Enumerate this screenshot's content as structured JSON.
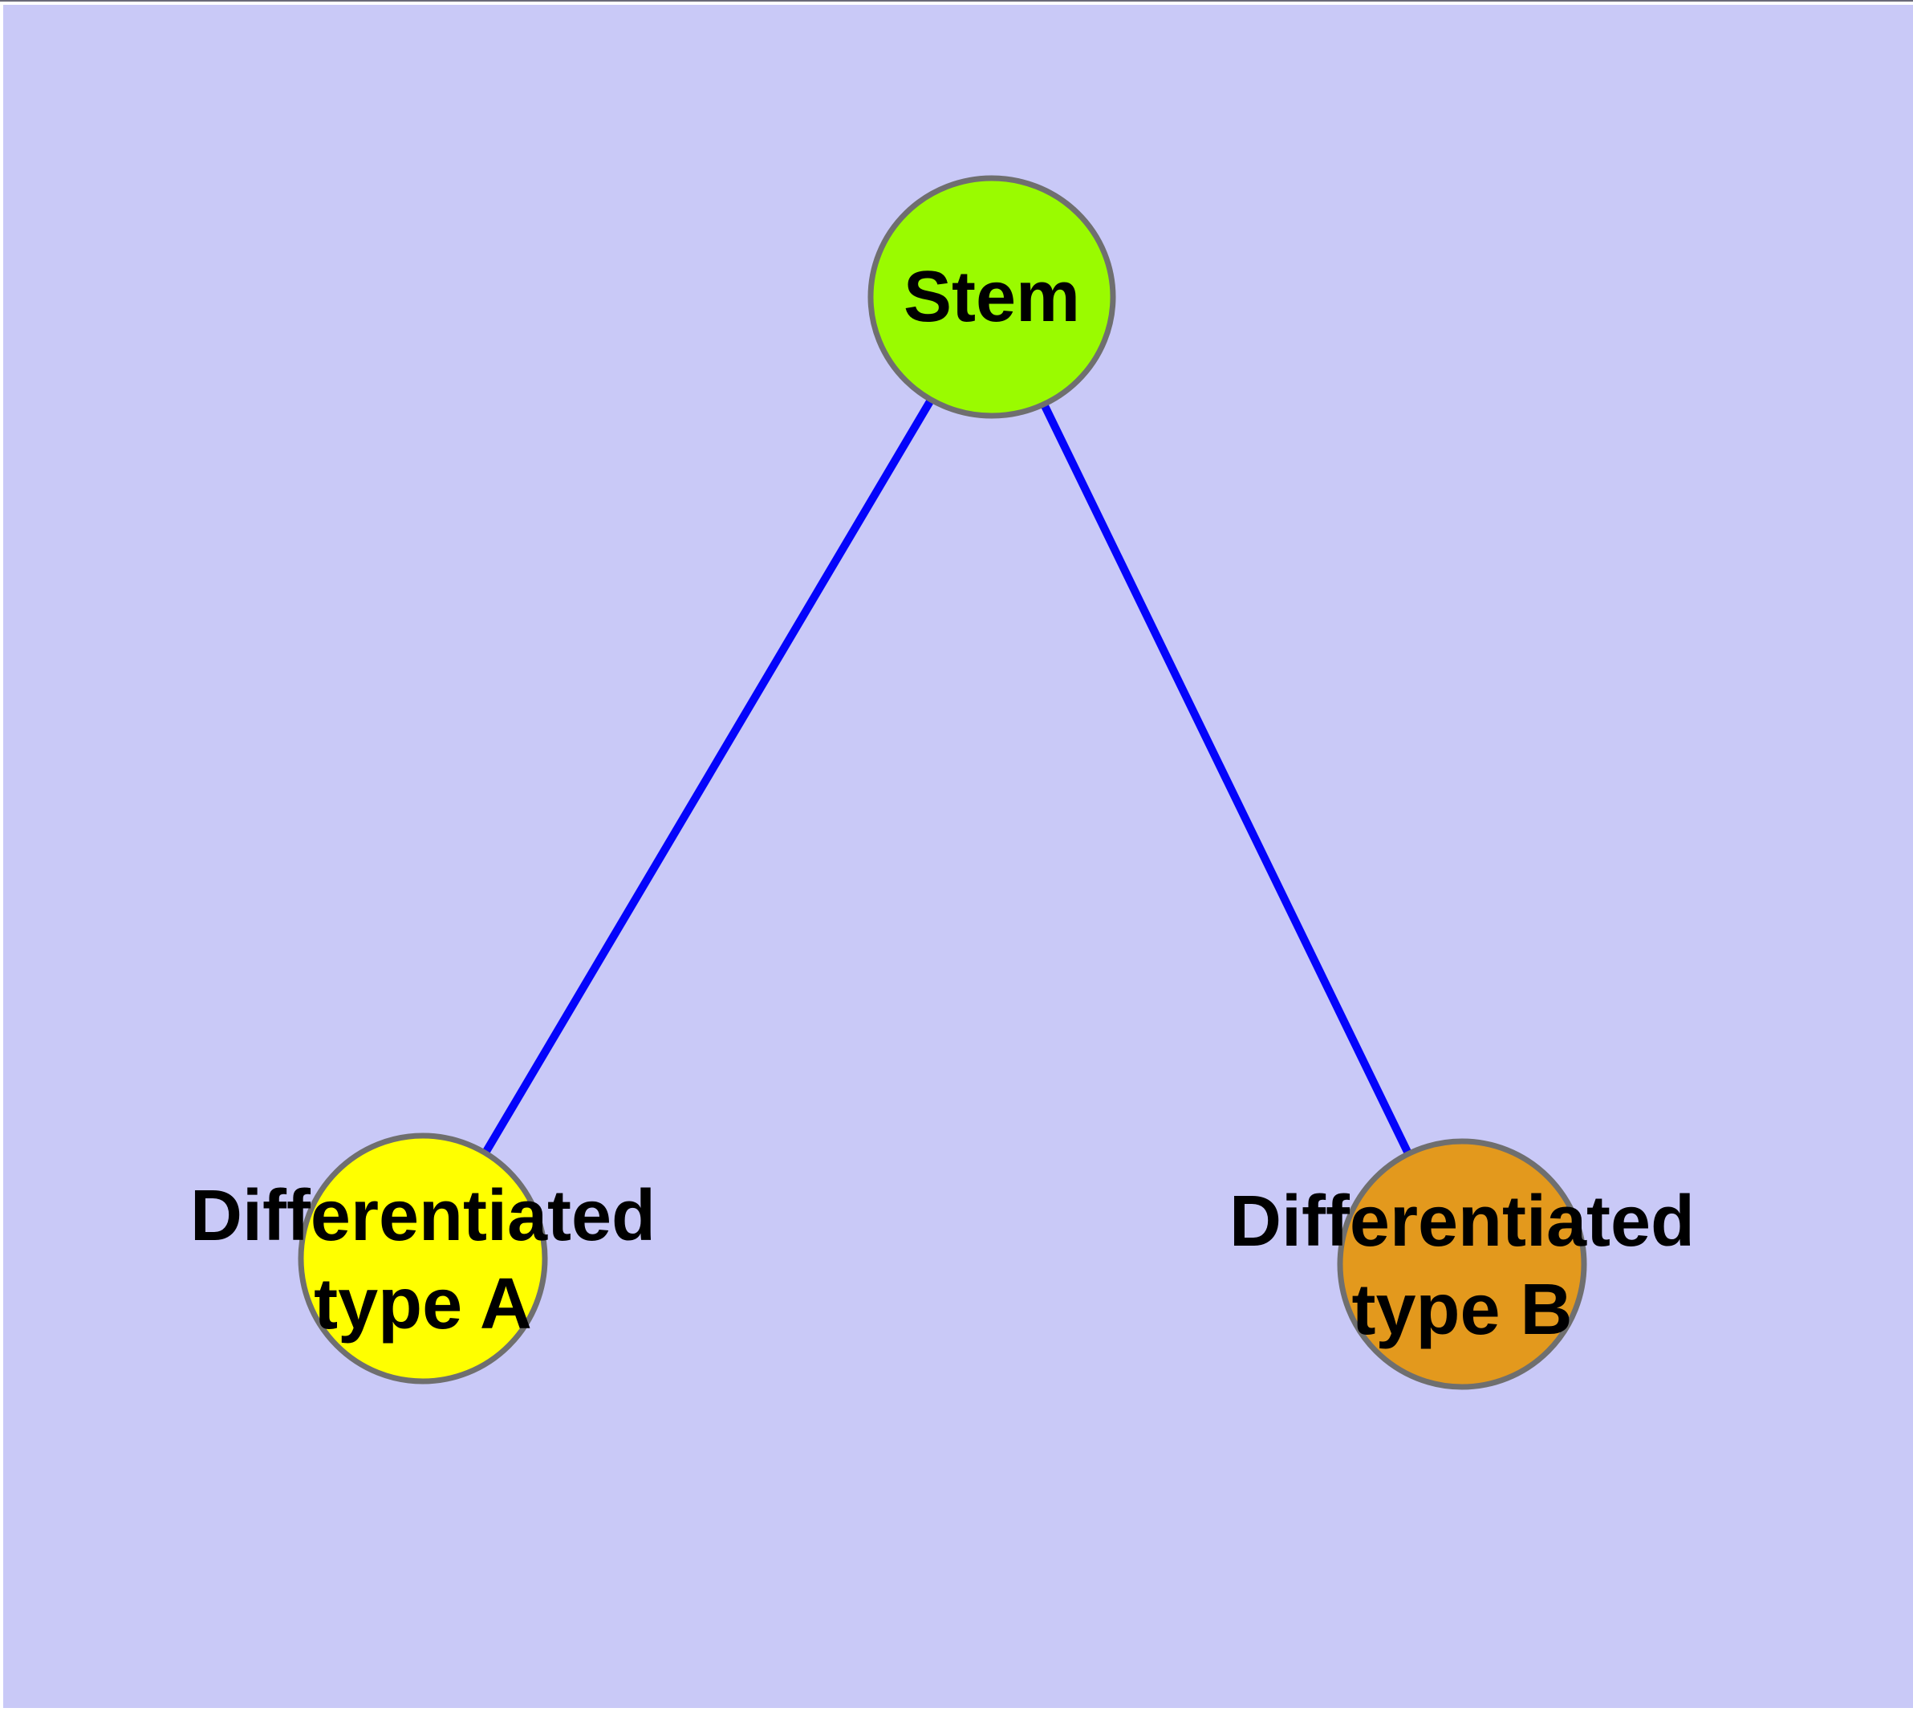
{
  "diagram": {
    "background_color": "#c9c9f7",
    "page_border_color": "#ffffff",
    "top_hairline_color": "#6a6a78",
    "edge_color": "#0404fb",
    "node_border_color": "#6f6f6f",
    "label_color": "#000000",
    "nodes": {
      "stem": {
        "label": "Stem",
        "fill": "#9afb00"
      },
      "type_a": {
        "label_line1": "Differentiated",
        "label_line2": "type A",
        "fill": "#ffff00"
      },
      "type_b": {
        "label_line1": "Differentiated",
        "label_line2": "type B",
        "fill": "#e3991d"
      }
    },
    "edges": [
      {
        "from": "Stem",
        "to": "Differentiated type A"
      },
      {
        "from": "Stem",
        "to": "Differentiated type B"
      }
    ]
  }
}
